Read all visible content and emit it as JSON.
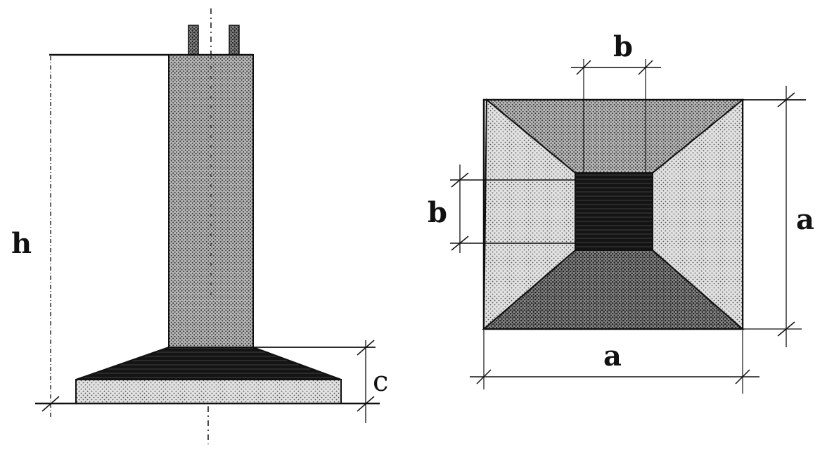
{
  "side_view": {
    "label_h": "h",
    "label_c": "c"
  },
  "plan_view": {
    "label_b_top": "b",
    "label_b_left": "b",
    "label_a_right": "a",
    "label_a_bottom": "a"
  },
  "colors": {
    "ink": "#111111",
    "light_stipple": "#c9c9c9",
    "mid_stipple": "#9a9a9a",
    "dark_fill": "#1c1c1c",
    "paper": "#ffffff"
  }
}
